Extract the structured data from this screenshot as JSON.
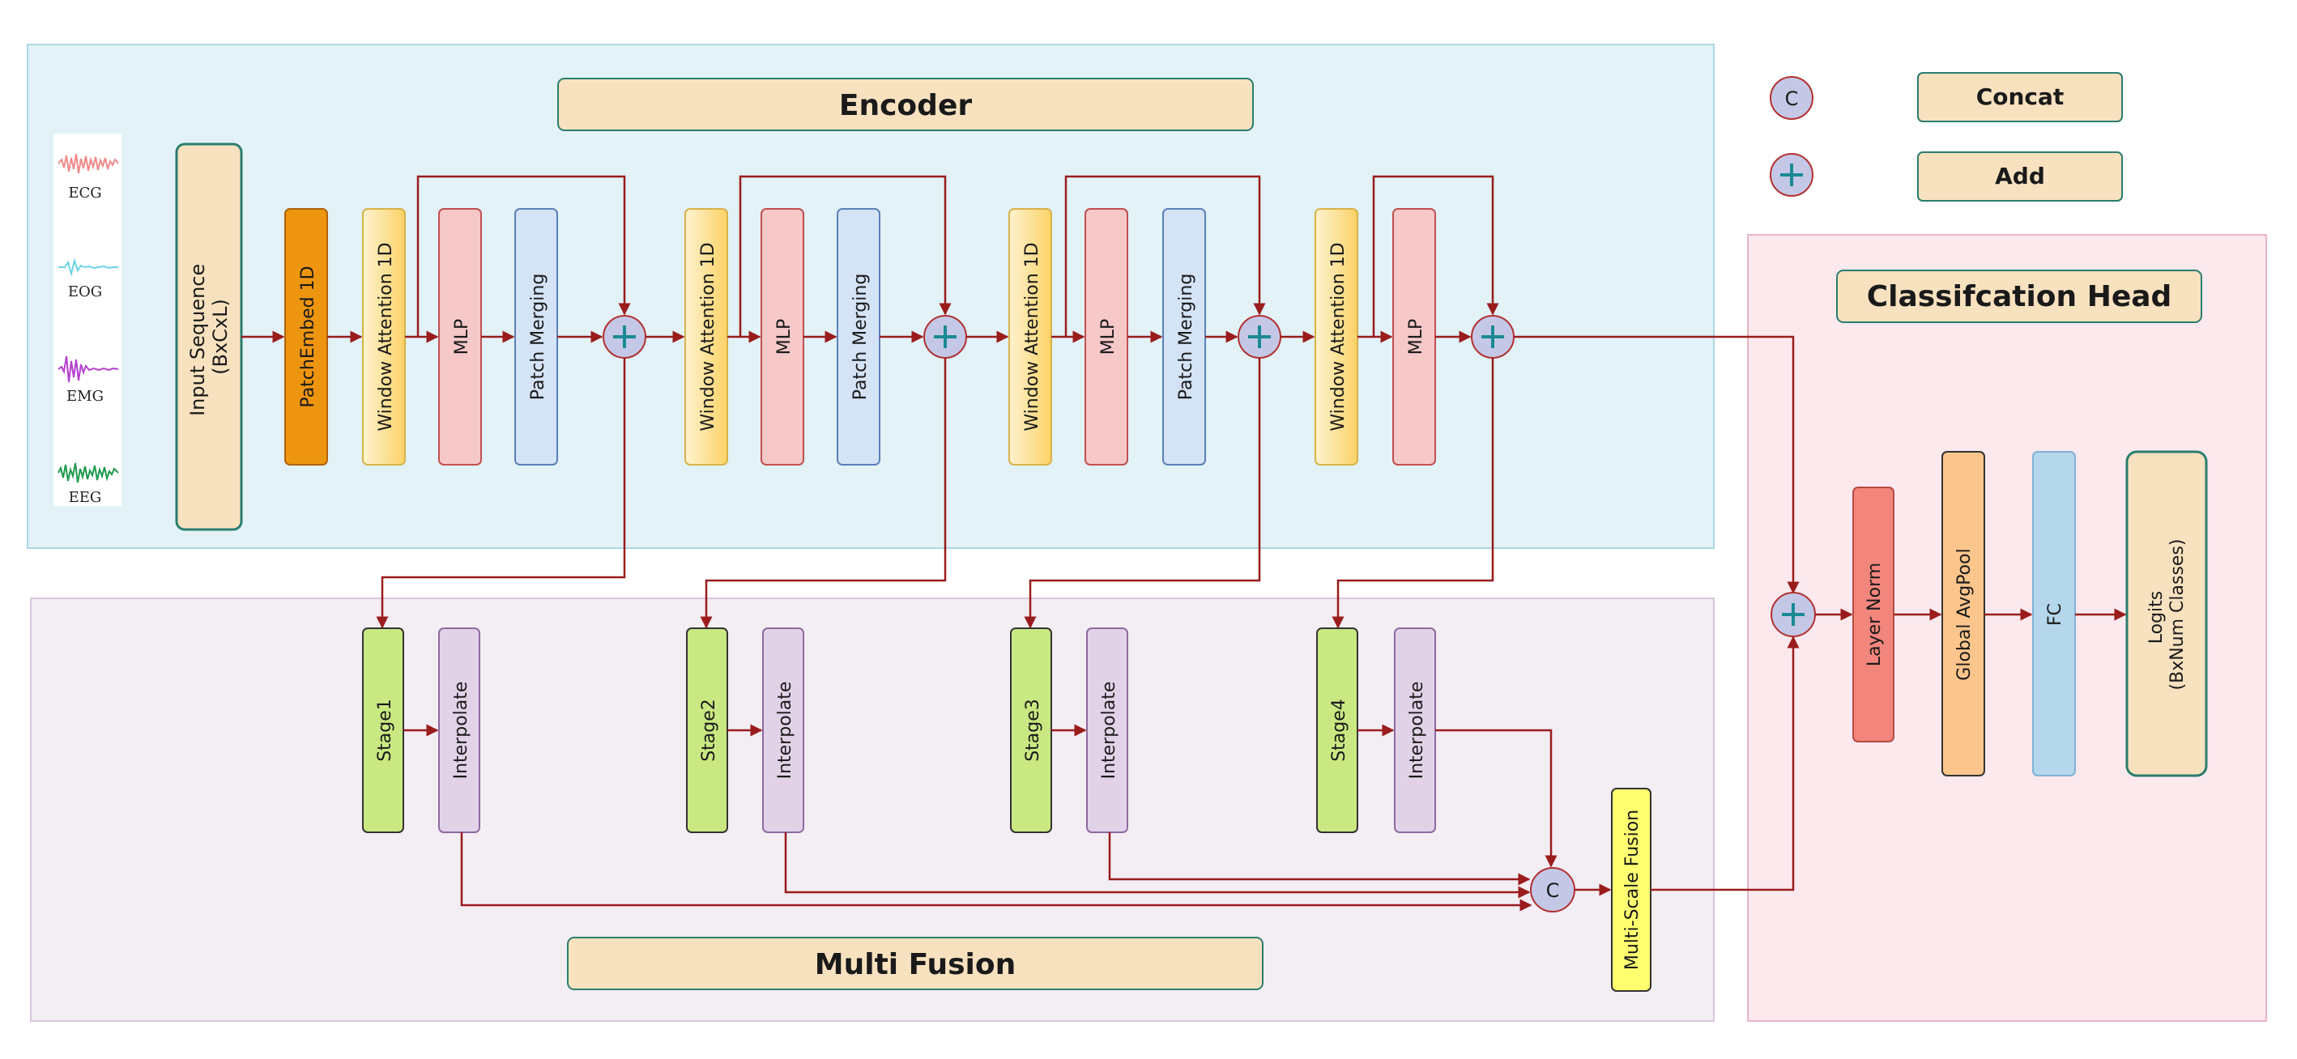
{
  "panels": {
    "encoder_title": "Encoder",
    "fusion_title": "Multi Fusion",
    "head_title": "Classifcation Head"
  },
  "legend": {
    "concat_symbol": "C",
    "concat_label": "Concat",
    "add_label": "Add"
  },
  "signals": [
    "ECG",
    "EOG",
    "EMG",
    "EEG"
  ],
  "encoder": {
    "input_line1": "Input Sequence",
    "input_line2": "(BxCxL)",
    "patch_embed": "PatchEmbed 1D",
    "window_attention": "Window Attention 1D",
    "mlp": "MLP",
    "patch_merging": "Patch Merging"
  },
  "fusion": {
    "stages": [
      "Stage1",
      "Stage2",
      "Stage3",
      "Stage4"
    ],
    "interpolate": "Interpolate",
    "concat_symbol": "C",
    "multi_scale_fusion": "Multi-Scale Fusion"
  },
  "head": {
    "layer_norm": "Layer Norm",
    "global_avgpool": "Global AvgPool",
    "fc": "FC",
    "logits_line1": "Logits",
    "logits_line2": "(BxNum Classes)"
  },
  "colors": {
    "encoder_bg": "#e2f2f7",
    "fusion_bg": "#f3edf4",
    "head_bg": "#fbe9ee",
    "title_fill": "#f8e1bf",
    "title_border": "#2a7d6e",
    "arrow": "#9a1c1c",
    "patch_embed": "#ee9510",
    "window_attention": "#fde6a5",
    "mlp": "#f7c8c8",
    "patch_merging": "#d5e3f7",
    "stage": "#c9e882",
    "interpolate": "#e2d2e8",
    "multi_scale_fusion": "#ffff70",
    "layer_norm": "#f2867c",
    "global_avgpool": "#fcc58b",
    "fc": "#b4d7ec",
    "node_fill": "#c4c8e6",
    "add_glyph": "#1b8a94"
  }
}
